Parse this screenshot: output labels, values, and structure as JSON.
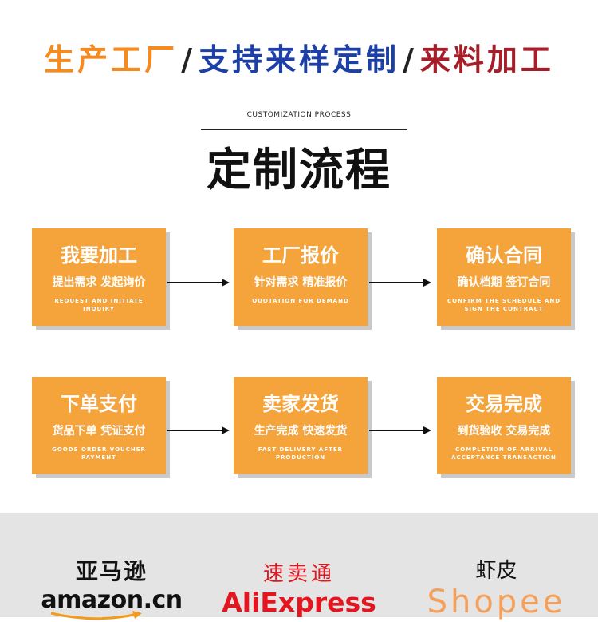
{
  "headline": {
    "part1": "生产工厂",
    "sep1": "/",
    "part2": "支持来样定制",
    "sep2": "/",
    "part3": "来料加工",
    "colors": {
      "part1": "#F58A1F",
      "part2": "#1C3FA8",
      "part3": "#A51E2A"
    }
  },
  "section": {
    "subtitle_en": "CUSTOMIZATION PROCESS",
    "title": "定制流程"
  },
  "steps": [
    {
      "title": "我要加工",
      "subtitle": "提出需求 发起询价",
      "en": "REQUEST AND INITIATE INQUIRY"
    },
    {
      "title": "工厂报价",
      "subtitle": "针对需求 精准报价",
      "en": "QUOTATION FOR DEMAND"
    },
    {
      "title": "确认合同",
      "subtitle": "确认档期 签订合同",
      "en": "CONFIRM THE SCHEDULE AND SIGN THE CONTRACT"
    },
    {
      "title": "下单支付",
      "subtitle": "货品下单 凭证支付",
      "en": "GOODS ORDER VOUCHER PAYMENT"
    },
    {
      "title": "卖家发货",
      "subtitle": "生产完成 快速发货",
      "en": "FAST DELIVERY AFTER PRODUCTION"
    },
    {
      "title": "交易完成",
      "subtitle": "到货验收 交易完成",
      "en": "COMPLETION OF ARRIVAL ACCEPTANCE TRANSACTION"
    }
  ],
  "box_color": "#F5A33B",
  "logos": {
    "amazon": {
      "cn": "亚马逊",
      "en": "amazon.cn"
    },
    "aliexpress": {
      "cn": "速卖通",
      "en": "AliExpress"
    },
    "shopee": {
      "cn": "虾皮",
      "en": "Shopee"
    }
  }
}
